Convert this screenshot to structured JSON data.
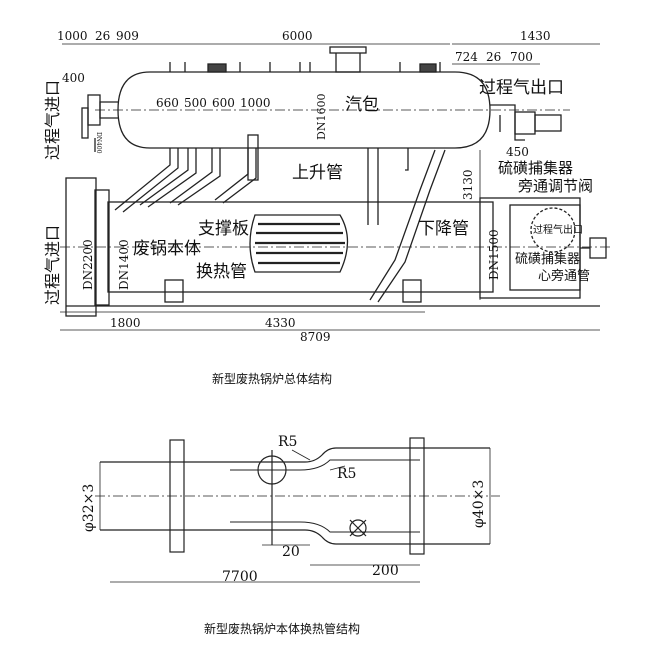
{
  "figure1": {
    "caption": "新型废热锅炉总体结构",
    "dims_top": [
      "1000",
      "26",
      "909",
      "6000",
      "1430",
      "724",
      "26",
      "700"
    ],
    "dim_400": "400",
    "dim_450": "450",
    "dims_inner": [
      "660",
      "500",
      "600",
      "1000"
    ],
    "dims_bottom": [
      "1800",
      "4330",
      "8709"
    ],
    "dim_3130": "3130",
    "dn_labels": [
      "DN1600",
      "DN2200",
      "DN1400",
      "DN1500"
    ],
    "small_label": "DN400",
    "labels": {
      "inlet_left_top": "过程气进口",
      "inlet_left_bottom": "过程气进口",
      "outlet": "过程气出口",
      "drum": "汽包",
      "riser": "上升管",
      "sulfur_trap": "硫磺捕集器",
      "bypass_valve": "旁通调节阀",
      "support_plate": "支撑板",
      "downcomer": "下降管",
      "boiler_body": "废锅本体",
      "heat_tube": "换热管",
      "process_gas_outlet_circle": "过程气出口",
      "sulfur_trap_2": "硫磺捕集器",
      "center_bypass": "心旁通管"
    }
  },
  "figure2": {
    "caption": "新型废热锅炉本体换热管结构",
    "r1": "R5",
    "r2": "R5",
    "d_left": "φ32×3",
    "d_right": "φ40×3",
    "dim_20": "20",
    "dim_200": "200",
    "dim_7700": "7700"
  }
}
